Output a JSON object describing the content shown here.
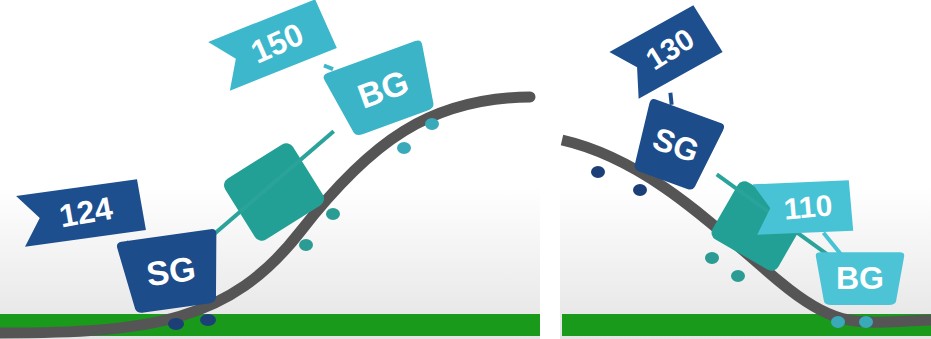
{
  "diagram": {
    "nodes": [
      {
        "text": [
          "124"
        ]
      },
      {
        "text": [
          "SG"
        ]
      },
      {
        "text": [
          "150"
        ]
      },
      {
        "text": [
          "BG"
        ]
      },
      {
        "text": [
          "130"
        ]
      },
      {
        "text": [
          "SG"
        ]
      },
      {
        "text": [
          "110"
        ]
      },
      {
        "text": [
          "BG"
        ]
      }
    ],
    "edges": [
      {
        "from": 0,
        "to": 1,
        "arrow": "none"
      },
      {
        "from": 1,
        "to": 3,
        "arrow": "none"
      },
      {
        "from": 2,
        "to": 3,
        "arrow": "none"
      },
      {
        "from": 4,
        "to": 5,
        "arrow": "none"
      },
      {
        "from": 5,
        "to": 7,
        "arrow": "none"
      },
      {
        "from": 6,
        "to": 7,
        "arrow": "none"
      }
    ]
  }
}
